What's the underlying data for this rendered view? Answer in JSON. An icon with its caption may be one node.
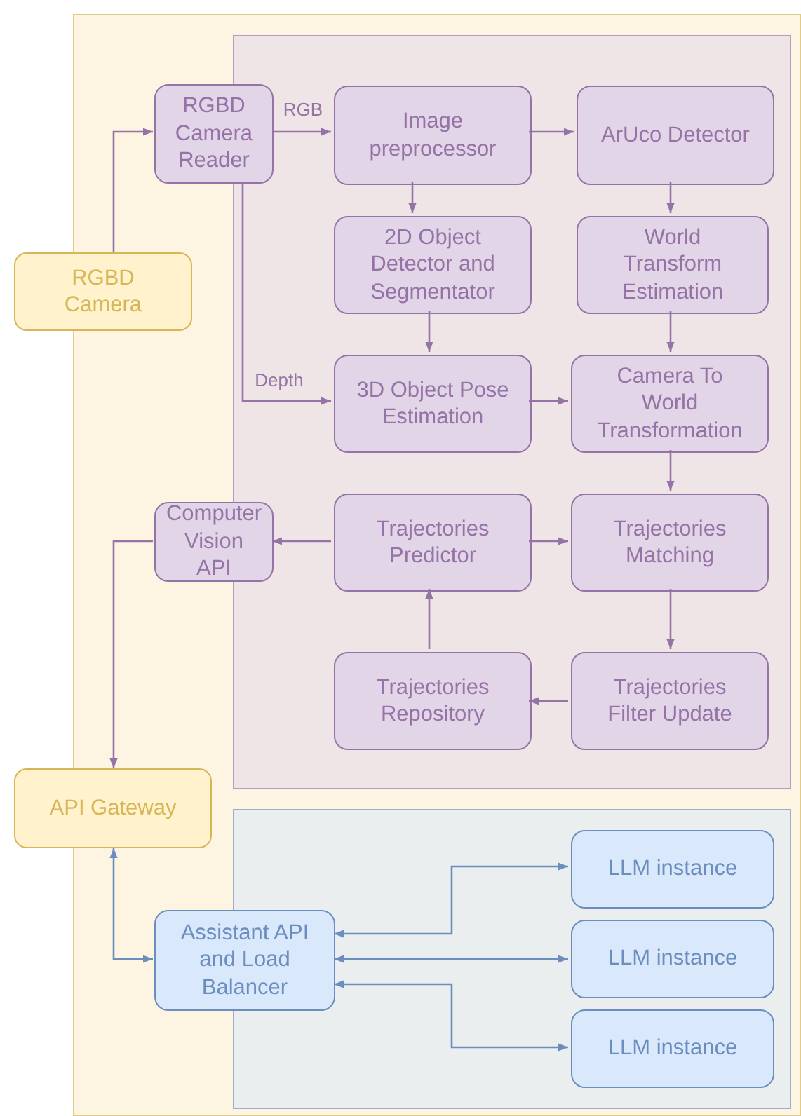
{
  "diagram": {
    "nodes": [
      {
        "text": [],
        "shape": "box"
      },
      {
        "text": [],
        "shape": "box",
        "in": 0
      },
      {
        "text": [],
        "shape": "box",
        "in": 0
      },
      {
        "text": [
          "RGBD Camera"
        ]
      },
      {
        "text": [
          "RGBD Camera Reader"
        ],
        "in": 0
      },
      {
        "text": [
          "Image preprocessor"
        ],
        "in": 1
      },
      {
        "text": [
          "ArUco Detector"
        ],
        "in": 1
      },
      {
        "text": [
          "2D Object Detector and Segmentator"
        ],
        "in": 1
      },
      {
        "text": [
          "World Transform Estimation"
        ],
        "in": 1
      },
      {
        "text": [
          "3D Object Pose Estimation"
        ],
        "in": 1
      },
      {
        "text": [
          "Camera To World Transformation"
        ],
        "in": 1
      },
      {
        "text": [
          "Computer Vision API"
        ],
        "in": 0
      },
      {
        "text": [
          "Trajectories Predictor"
        ],
        "in": 1
      },
      {
        "text": [
          "Trajectories Matching"
        ],
        "in": 1
      },
      {
        "text": [
          "Trajectories Repository"
        ],
        "in": 1
      },
      {
        "text": [
          "Trajectories Filter Update"
        ],
        "in": 1
      },
      {
        "text": [
          "API Gateway"
        ]
      },
      {
        "text": [
          "Assistant API and Load Balancer"
        ],
        "in": 0
      },
      {
        "text": [
          "LLM instance"
        ],
        "in": 2
      },
      {
        "text": [
          "LLM instance"
        ],
        "in": 2
      },
      {
        "text": [
          "LLM instance"
        ],
        "in": 2
      }
    ],
    "edges": [
      {
        "from": 3,
        "to": 4,
        "arrow": "to"
      },
      {
        "from": 4,
        "to": 5,
        "arrow": "to",
        "label": "RGB"
      },
      {
        "from": 4,
        "to": 9,
        "arrow": "to",
        "label": "Depth"
      },
      {
        "from": 5,
        "to": 6,
        "arrow": "to"
      },
      {
        "from": 5,
        "to": 7,
        "arrow": "to"
      },
      {
        "from": 6,
        "to": 8,
        "arrow": "to"
      },
      {
        "from": 7,
        "to": 9,
        "arrow": "to"
      },
      {
        "from": 8,
        "to": 10,
        "arrow": "to"
      },
      {
        "from": 9,
        "to": 10,
        "arrow": "to"
      },
      {
        "from": 10,
        "to": 13,
        "arrow": "to"
      },
      {
        "from": 12,
        "to": 11,
        "arrow": "to"
      },
      {
        "from": 12,
        "to": 13,
        "arrow": "to"
      },
      {
        "from": 13,
        "to": 15,
        "arrow": "to"
      },
      {
        "from": 15,
        "to": 14,
        "arrow": "to"
      },
      {
        "from": 14,
        "to": 12,
        "arrow": "to"
      },
      {
        "from": 11,
        "to": 16,
        "arrow": "to"
      },
      {
        "from": 17,
        "to": 16,
        "arrow": "both",
        "color": "#6c8ebf"
      },
      {
        "from": 17,
        "to": 18,
        "arrow": "both",
        "color": "#6c8ebf"
      },
      {
        "from": 17,
        "to": 19,
        "arrow": "both",
        "color": "#6c8ebf"
      },
      {
        "from": 17,
        "to": 20,
        "arrow": "both",
        "color": "#6c8ebf"
      }
    ]
  }
}
